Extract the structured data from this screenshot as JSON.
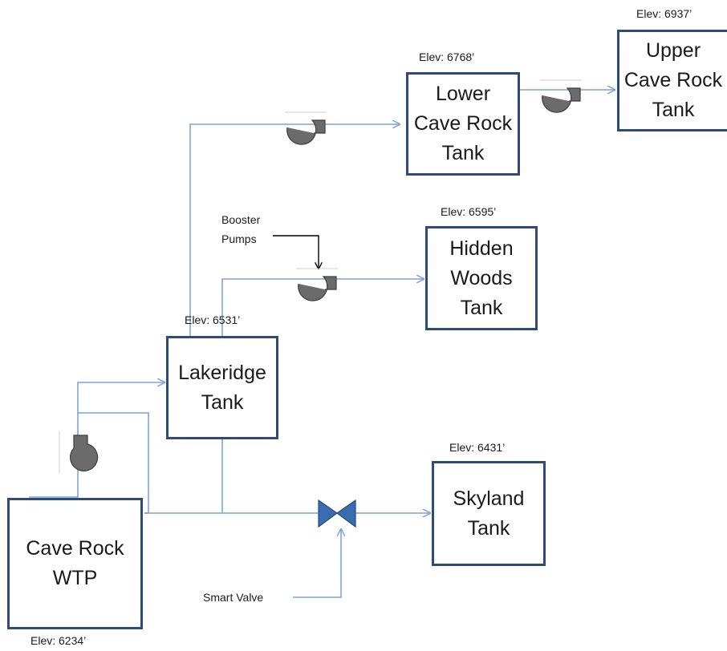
{
  "tanks": {
    "upper_cave_rock": {
      "label": "Upper\nCave Rock\nTank",
      "elev": "Elev: 6937’"
    },
    "lower_cave_rock": {
      "label": "Lower\nCave Rock\nTank",
      "elev": "Elev: 6768’"
    },
    "hidden_woods": {
      "label": "Hidden\nWoods\nTank",
      "elev": "Elev: 6595’"
    },
    "lakeridge": {
      "label": "Lakeridge\nTank",
      "elev": "Elev: 6531’"
    },
    "skyland": {
      "label": "Skyland\nTank",
      "elev": "Elev: 6431’"
    },
    "cave_rock_wtp": {
      "label": "Cave Rock\nWTP",
      "elev": "Elev: 6234’"
    }
  },
  "annotations": {
    "booster_pumps": "Booster\nPumps",
    "smart_valve": "Smart Valve"
  },
  "colors": {
    "pipe": "#7fa4d6",
    "tank_border": "#2f4b7c",
    "pump_fill": "#6b6b6b",
    "valve_fill": "#3a6db0",
    "annotation_arrow": "#000000"
  },
  "icons": {
    "pump": "centrifugal-pump-icon",
    "valve": "butterfly-valve-icon"
  }
}
